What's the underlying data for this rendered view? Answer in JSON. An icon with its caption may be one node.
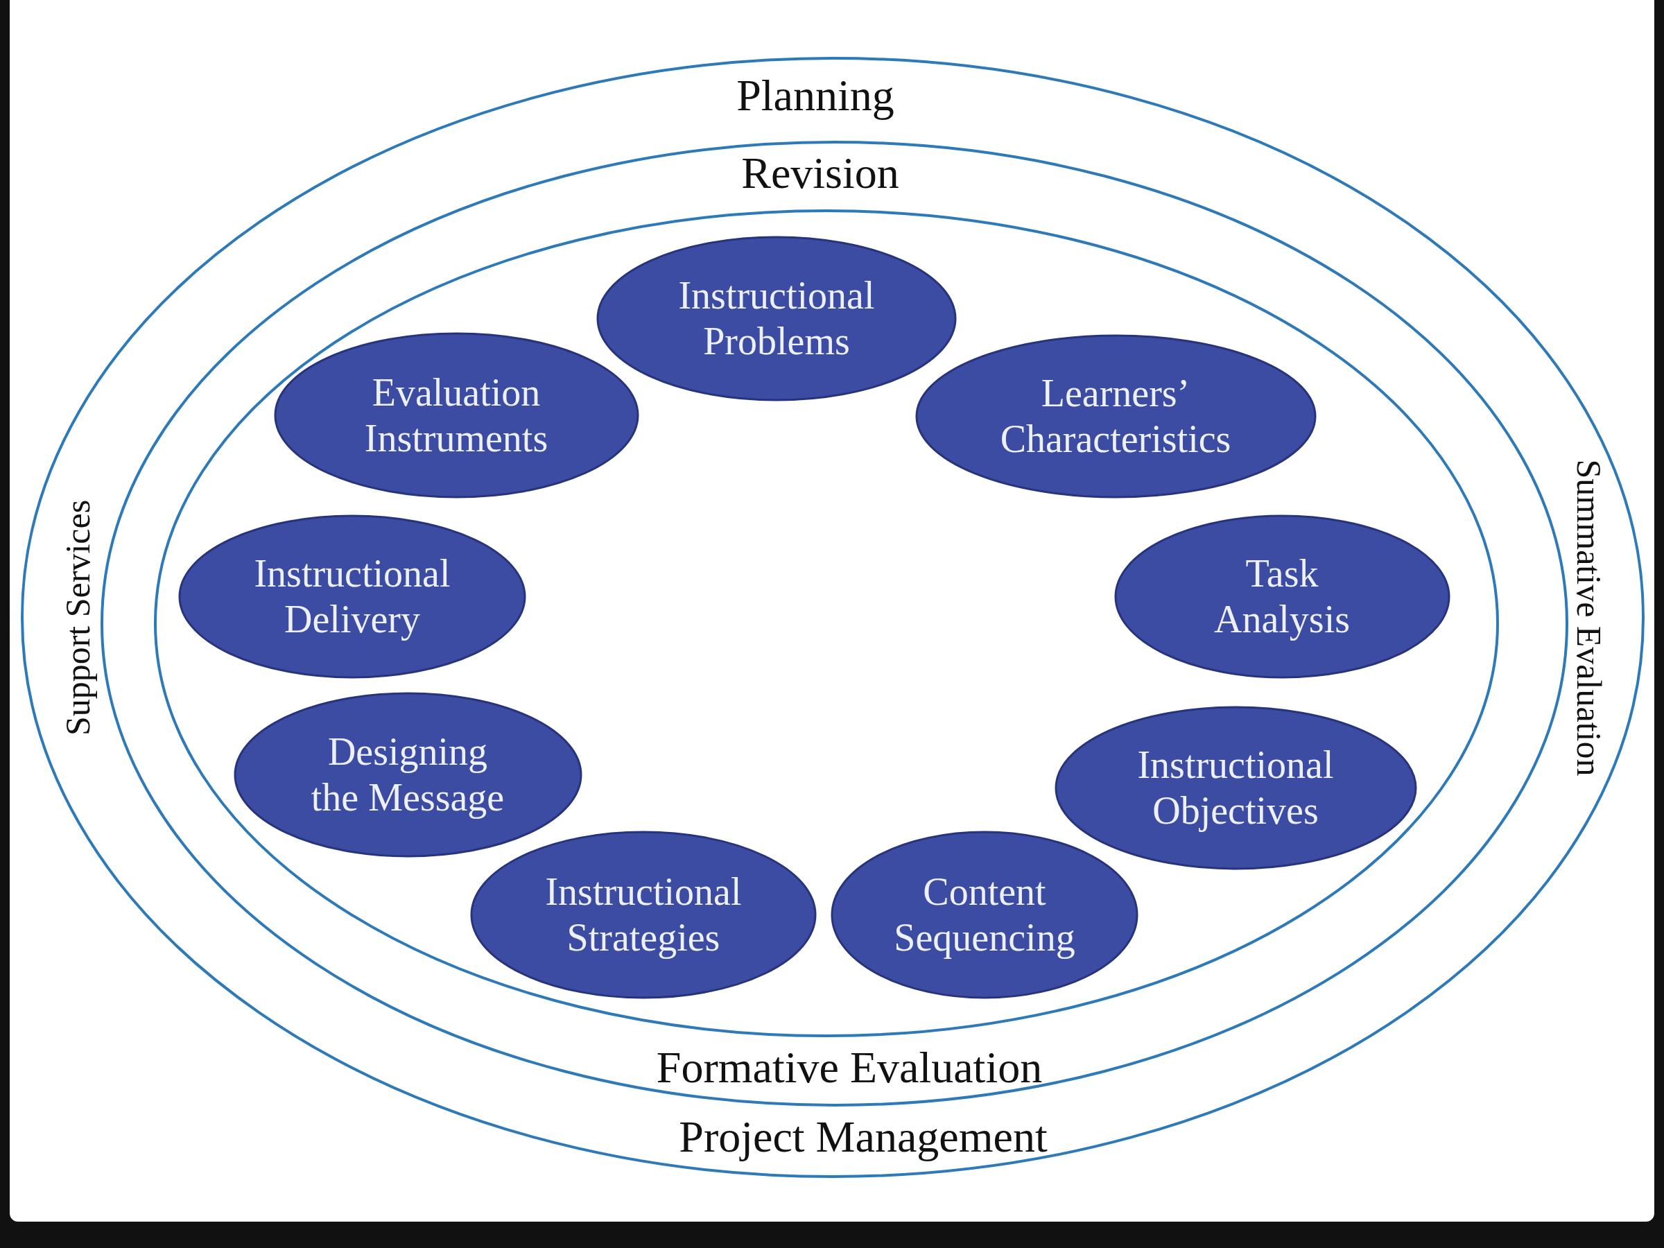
{
  "diagram": {
    "nodes": [
      {
        "text": [
          "Planning",
          "Support Services",
          "Summative Evaluation",
          "Project Management"
        ]
      },
      {
        "text": [
          "Revision",
          "Formative Evaluation"
        ],
        "in": 0
      },
      {
        "text": [],
        "shape": "ellipse",
        "in": 1
      },
      {
        "text": [
          "Instructional Problems"
        ],
        "in": 2
      },
      {
        "text": [
          "Learners’ Characteristics"
        ],
        "in": 2
      },
      {
        "text": [
          "Task Analysis"
        ],
        "in": 2
      },
      {
        "text": [
          "Instructional Objectives"
        ],
        "in": 2
      },
      {
        "text": [
          "Content Sequencing"
        ],
        "in": 2
      },
      {
        "text": [
          "Instructional Strategies"
        ],
        "in": 2
      },
      {
        "text": [
          "Designing the Message"
        ],
        "in": 2
      },
      {
        "text": [
          "Instructional Delivery"
        ],
        "in": 2
      },
      {
        "text": [
          "Evaluation Instruments"
        ],
        "in": 2
      }
    ]
  }
}
